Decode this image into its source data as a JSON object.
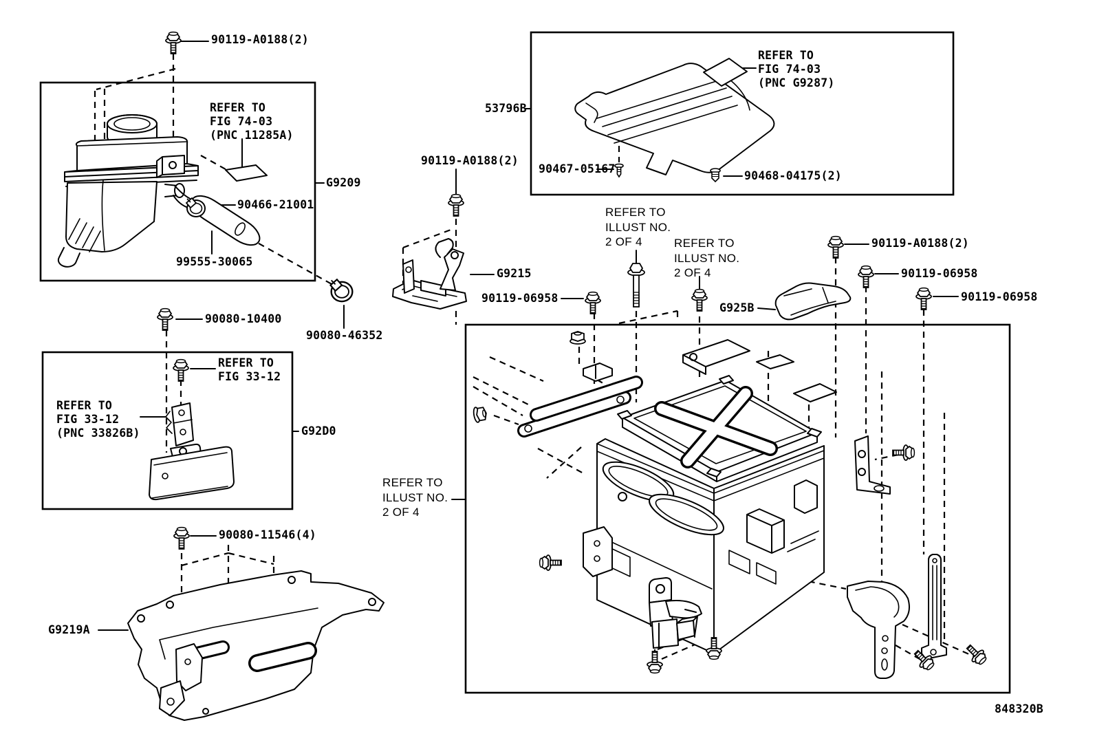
{
  "page": {
    "background": "#ffffff",
    "ink": "#000000"
  },
  "figure": {
    "code": "848320B"
  },
  "labels": {
    "top_left_bolt": "90119-A0188(2)",
    "g9209": "G9209",
    "clamp_small": "90466-21001",
    "hose": "99555-30065",
    "bolt_10400": "90080-10400",
    "clamp_large": "90080-46352",
    "g92d0": "G92D0",
    "bolt_11546": "90080-11546(4)",
    "g9219a": "G9219A",
    "cover": "53796B",
    "screw_90467": "90467-05167",
    "clip_90468": "90468-04175(2)",
    "mid_bolt_a0188": "90119-A0188(2)",
    "g9215": "G9215",
    "mid_bolt_06958": "90119-06958",
    "right_bolt_a0188": "90119-A0188(2)",
    "right_bolt_06958_1": "90119-06958",
    "right_bolt_06958_2": "90119-06958",
    "g925b": "G925B"
  },
  "notes": {
    "fig74_11285a": [
      "REFER TO",
      "FIG 74-03",
      "(PNC 11285A)"
    ],
    "fig33_top": [
      "REFER TO",
      "FIG 33-12"
    ],
    "fig33_pnc": [
      "REFER TO",
      "FIG 33-12",
      "(PNC 33826B)"
    ],
    "fig74_g9287": [
      "REFER TO",
      "FIG 74-03",
      "(PNC G9287)"
    ],
    "illust_mid_1": [
      "REFER TO",
      "ILLUST NO.",
      "2 OF 4"
    ],
    "illust_mid_2": [
      "REFER TO",
      "ILLUST NO.",
      "2 OF 4"
    ],
    "illust_left": [
      "REFER TO",
      "ILLUST NO.",
      "2 OF 4"
    ]
  }
}
